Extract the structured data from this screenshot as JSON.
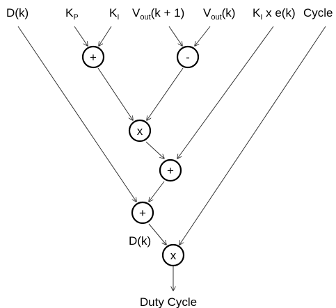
{
  "inputs": {
    "d_k": "D(k)",
    "kp_base": "K",
    "kp_sub": "P",
    "ki_base": "K",
    "ki_sub": "I",
    "vout_next_base": "V",
    "vout_next_sub": "out",
    "vout_next_arg": "(k + 1)",
    "vout_base": "V",
    "vout_sub": "out",
    "vout_arg": "(k)",
    "ki_e_base": "K",
    "ki_e_sub": "I",
    "ki_e_rest": " x e(k)",
    "cycle": "Cycle"
  },
  "operators": {
    "add_gains": "+",
    "sub_vout": "-",
    "mul_main": "x",
    "add_error": "+",
    "add_dk": "+",
    "mul_cycle": "x"
  },
  "intermediate_label": "D(k)",
  "output_label": "Duty Cycle",
  "colors": {
    "line": "#333333",
    "node_stroke": "#000000",
    "text": "#000000",
    "background": "#ffffff"
  }
}
